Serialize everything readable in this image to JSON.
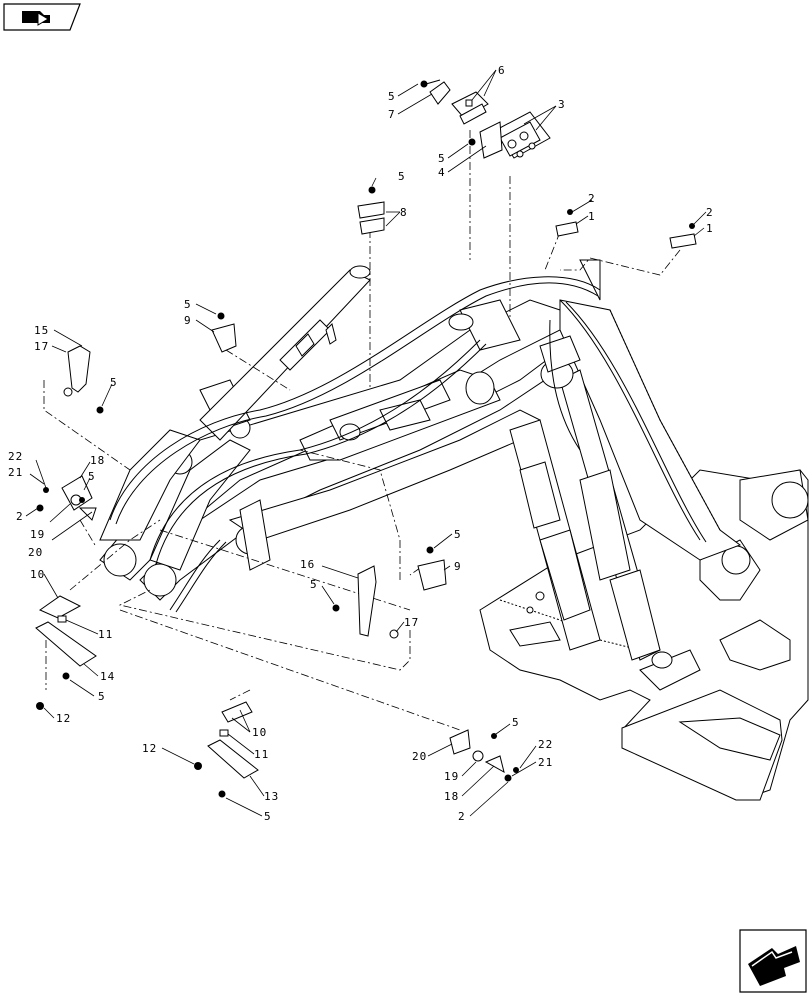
{
  "diagram": {
    "callouts": {
      "c6": "6",
      "c5a": "5",
      "c7": "7",
      "c3": "3",
      "c5b": "5",
      "c4": "4",
      "c5c": "5",
      "c8": "8",
      "c2a": "2",
      "c1a": "1",
      "c2b": "2",
      "c1b": "1",
      "c5d": "5",
      "c9a": "9",
      "c15": "15",
      "c17a": "17",
      "c5e": "5",
      "c22a": "22",
      "c21a": "21",
      "c18a": "18",
      "c5f": "5",
      "c2c": "2",
      "c19a": "19",
      "c20a": "20",
      "c5g": "5",
      "c9b": "9",
      "c16": "16",
      "c5h": "5",
      "c17b": "17",
      "c10a": "10",
      "c11a": "11",
      "c14": "14",
      "c5i": "5",
      "c12a": "12",
      "c10b": "10",
      "c11b": "11",
      "c12b": "12",
      "c13": "13",
      "c5j": "5",
      "c5k": "5",
      "c20b": "20",
      "c22b": "22",
      "c21b": "21",
      "c19b": "19",
      "c18b": "18",
      "c2d": "2"
    }
  }
}
